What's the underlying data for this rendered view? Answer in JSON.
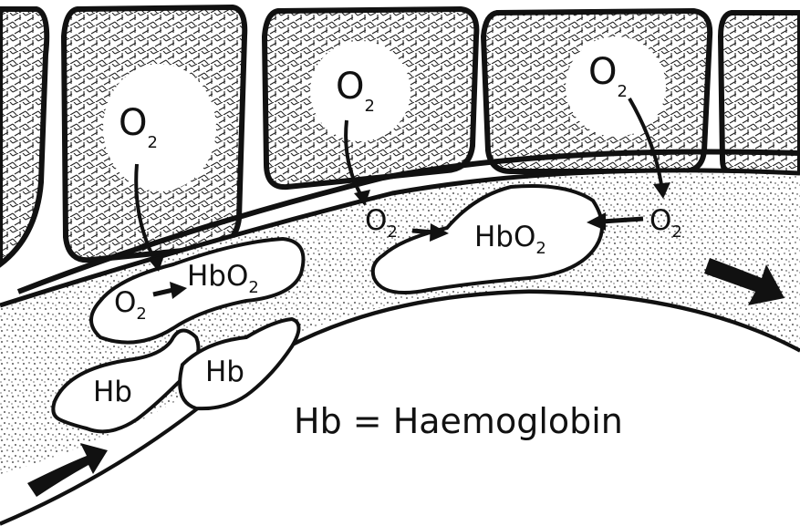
{
  "cells": [
    {
      "molecule": "O",
      "subscript": "2"
    },
    {
      "molecule": "O",
      "subscript": "2"
    },
    {
      "molecule": "O",
      "subscript": "2"
    }
  ],
  "vessel_labels": {
    "o2_left": {
      "main": "O",
      "sub": "2"
    },
    "hbo2_left": {
      "main": "HbO",
      "sub": "2"
    },
    "o2_mid": {
      "main": "O",
      "sub": "2"
    },
    "hbo2_mid": {
      "main": "HbO",
      "sub": "2"
    },
    "o2_right": {
      "main": "O",
      "sub": "2"
    },
    "hb_1": "Hb",
    "hb_2": "Hb"
  },
  "key": "Hb = Haemoglobin",
  "colors": {
    "ink": "#111111",
    "paper": "#ffffff"
  }
}
